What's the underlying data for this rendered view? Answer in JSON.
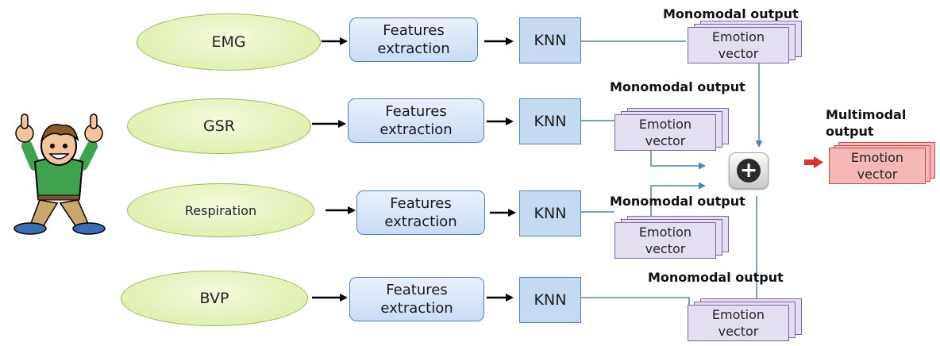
{
  "rows": [
    {
      "signal": "EMG",
      "features": "Features\nextraction",
      "classifier": "KNN",
      "output_label": "Monomodal output",
      "vector": "Emotion\nvector"
    },
    {
      "signal": "GSR",
      "features": "Features\nextraction",
      "classifier": "KNN",
      "output_label": "Monomodal output",
      "vector": "Emotion\nvector"
    },
    {
      "signal": "Respiration",
      "features": "Features\nextraction",
      "classifier": "KNN",
      "output_label": "Monomodal output",
      "vector": "Emotion\nvector"
    },
    {
      "signal": "BVP",
      "features": "Features\nextraction",
      "classifier": "KNN",
      "output_label": "Monomodal output",
      "vector": "Emotion\nvector"
    }
  ],
  "fusion": {
    "icon": "plus-icon"
  },
  "multimodal": {
    "label": "Multimodal\noutput",
    "vector": "Emotion\nvector"
  },
  "person": {
    "icon": "thumbs-up-person-icon"
  },
  "colors": {
    "signal_fill": "#e4f2b8",
    "signal_border": "#9bbb59",
    "box_fill": "#c9dbf5",
    "box_border": "#4f81bd",
    "vector_fill": "#e4dff0",
    "vector_border": "#8064a2",
    "multimodal_fill": "#f5b8b6",
    "line": "#4f81bd"
  }
}
